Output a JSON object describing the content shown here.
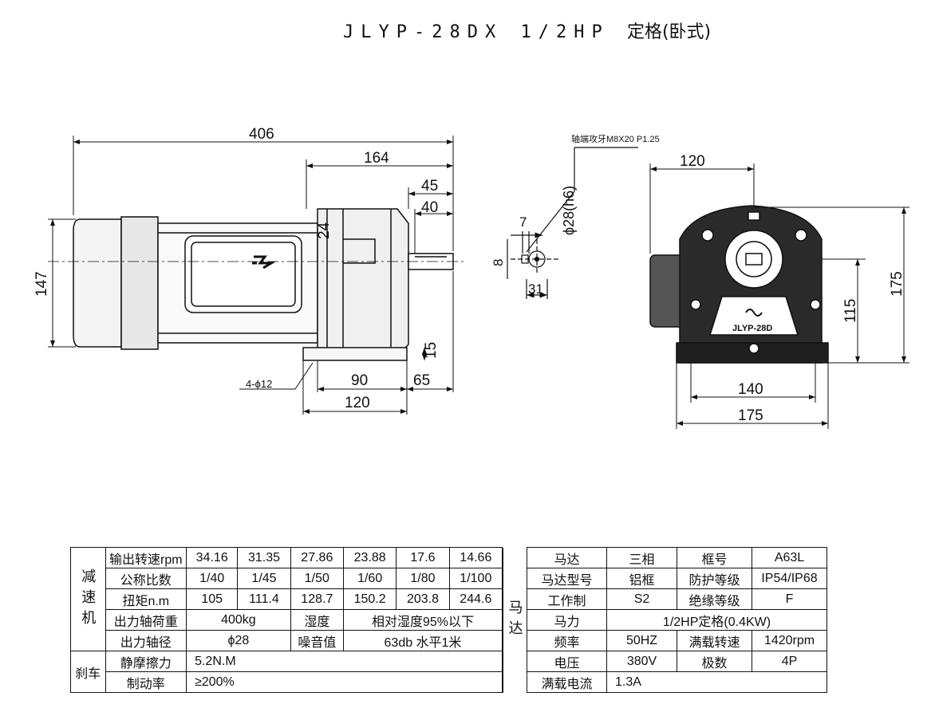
{
  "title": {
    "model": "JLYP-28DX",
    "spec": "1/2HP",
    "cn": "定格(卧式)"
  },
  "dimensions": {
    "side": {
      "overall_length": "406",
      "gear_length": "164",
      "shaft_len": "45",
      "shaft_len2": "40",
      "key_height": "24",
      "height": "147",
      "foot_height": "15",
      "foot_holes": "4-ϕ12",
      "foot_span": "90",
      "foot_offset": "65",
      "foot_width": "120"
    },
    "shaft": {
      "thread_note": "轴端攻牙M8X20 P1.25",
      "diameter": "ϕ28(h6)",
      "key_width": "7",
      "key_depth": "8",
      "keyed_height": "31"
    },
    "front": {
      "width_top": "120",
      "center_height": "115",
      "total_height": "175",
      "foot_span": "140",
      "foot_width": "175",
      "nameplate": "JLYP-28D"
    }
  },
  "reducer_table": {
    "section_label": "减速机",
    "rows": [
      {
        "label": "输出转速rpm",
        "values": [
          "34.16",
          "31.35",
          "27.86",
          "23.88",
          "17.6",
          "14.66"
        ]
      },
      {
        "label": "公称比数",
        "values": [
          "1/40",
          "1/45",
          "1/50",
          "1/60",
          "1/80",
          "1/100"
        ]
      },
      {
        "label": "扭矩n.m",
        "values": [
          "105",
          "111.4",
          "128.7",
          "150.2",
          "203.8",
          "244.6"
        ]
      }
    ],
    "load": {
      "label": "出力轴荷重",
      "value": "400kg",
      "humidity_label": "湿度",
      "humidity_value": "相对湿度95%以下"
    },
    "shaft": {
      "label": "出力轴径",
      "value": "ϕ28",
      "noise_label": "噪音值",
      "noise_value": "63db 水平1米"
    },
    "brake_label": "刹车",
    "friction": {
      "label": "静摩擦力",
      "value": "5.2N.M"
    },
    "braking": {
      "label": "制动率",
      "value": "≥200%"
    }
  },
  "motor_table": {
    "section_label": "马达",
    "rows": [
      {
        "k1": "马达",
        "v1": "三相",
        "k2": "框号",
        "v2": "A63L"
      },
      {
        "k1": "马达型号",
        "v1": "铝框",
        "k2": "防护等级",
        "v2": "IP54/IP68"
      },
      {
        "k1": "工作制",
        "v1": "S2",
        "k2": "绝缘等级",
        "v2": "F"
      },
      {
        "k1": "马力",
        "v1": "1/2HP定格(0.4KW)"
      },
      {
        "k1": "频率",
        "v1": "50HZ",
        "k2": "满载转速",
        "v2": "1420rpm"
      },
      {
        "k1": "电压",
        "v1": "380V",
        "k2": "极数",
        "v2": "4P"
      },
      {
        "k1": "满载电流",
        "v1": "1.3A"
      }
    ]
  }
}
